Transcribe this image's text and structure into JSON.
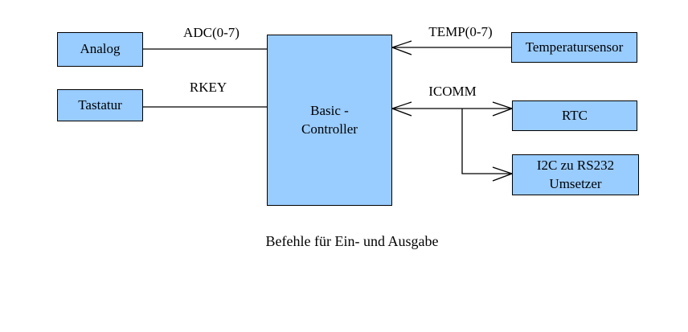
{
  "diagram": {
    "boxes": {
      "analog": {
        "label": "Analog"
      },
      "tastatur": {
        "label": "Tastatur"
      },
      "controller": {
        "line1": "Basic -",
        "line2": "Controller"
      },
      "temperatursensor": {
        "label": "Temperatursensor"
      },
      "rtc": {
        "label": "RTC"
      },
      "i2c": {
        "line1": "I2C zu RS232",
        "line2": "Umsetzer"
      }
    },
    "signals": {
      "adc": "ADC(0-7)",
      "rkey": "RKEY",
      "temp": "TEMP(0-7)",
      "icomm": "ICOMM"
    },
    "caption": "Befehle für Ein- und Ausgabe",
    "colors": {
      "box_fill": "#99CCFF",
      "box_border": "#000000",
      "line": "#000000",
      "text": "#000000",
      "background": "#FFFFFF"
    }
  }
}
